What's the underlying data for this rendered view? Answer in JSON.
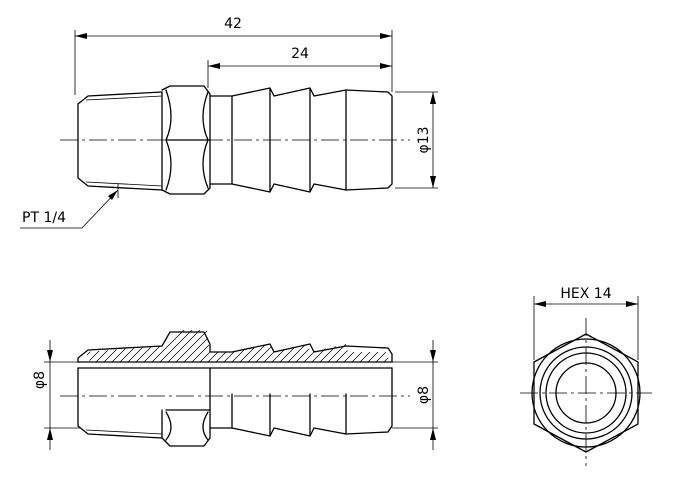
{
  "dimensions": {
    "overall_length": "42",
    "barb_length": "24",
    "outer_diameter": "φ13",
    "thread": "PT 1/4",
    "inner_diameter_left": "φ8",
    "inner_diameter_right": "φ8",
    "hex": "HEX 14"
  }
}
